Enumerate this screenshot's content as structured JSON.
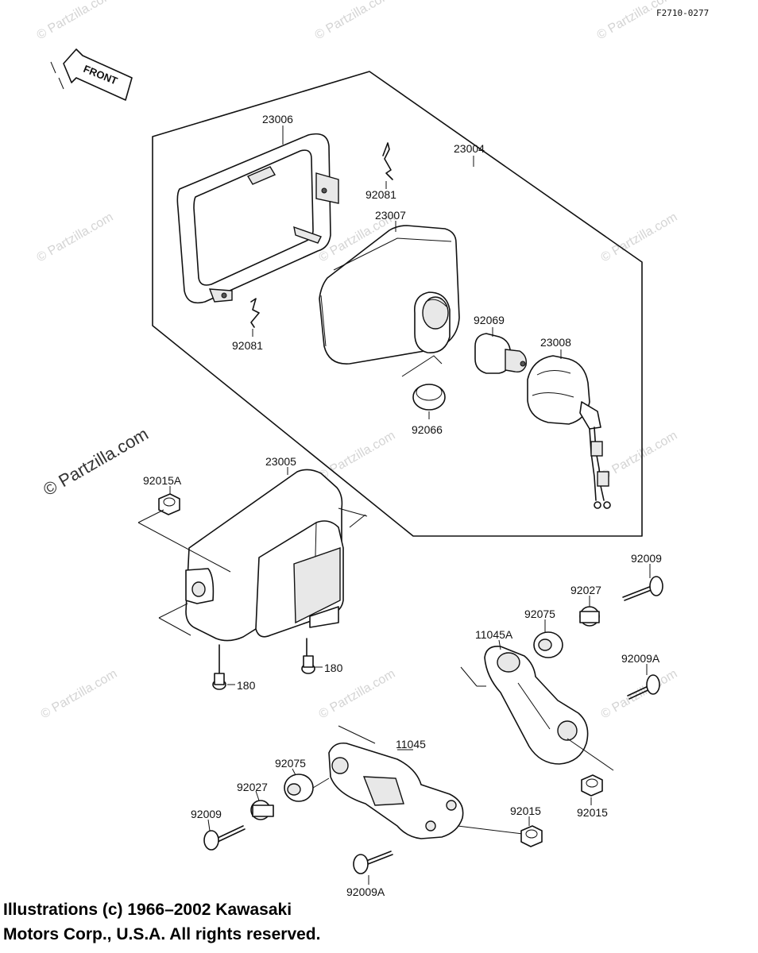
{
  "ref_code": "F2710-0277",
  "front_arrow_label": "FRONT",
  "watermark": "© Partzilla.com",
  "parts": {
    "p23006": "23006",
    "p23004": "23004",
    "p92081_top": "92081",
    "p23007": "23007",
    "p92081_bottom": "92081",
    "p92069": "92069",
    "p23008": "23008",
    "p92066": "92066",
    "p23005": "23005",
    "p92015A": "92015A",
    "p180_right": "180",
    "p180_left": "180",
    "p92009_right": "92009",
    "p92027_right": "92027",
    "p92075_right": "92075",
    "p11045A": "11045A",
    "p92009A_right": "92009A",
    "p92015_right": "92015",
    "p11045": "11045",
    "p92075_left": "92075",
    "p92027_left": "92027",
    "p92009_left": "92009",
    "p92015_center": "92015",
    "p92009A_bottom": "92009A"
  },
  "copyright": {
    "line1": "Illustrations (c) 1966–2002 Kawasaki",
    "line2": "Motors Corp., U.S.A.  All rights reserved."
  }
}
